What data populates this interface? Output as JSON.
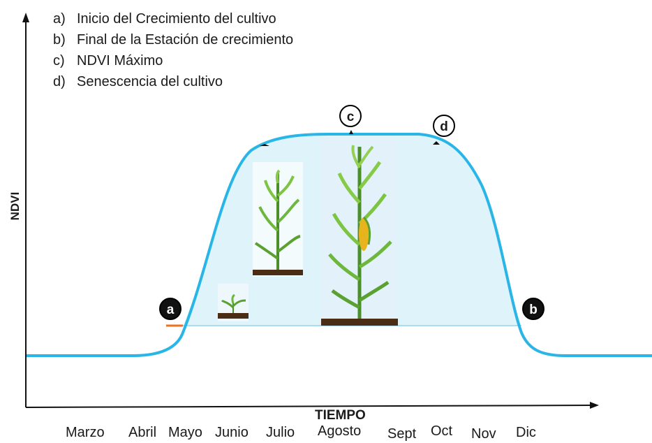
{
  "legend": {
    "items": [
      {
        "letter": "a)",
        "text": "Inicio del Crecimiento del cultivo"
      },
      {
        "letter": "b)",
        "text": "Final de la Estación de crecimiento"
      },
      {
        "letter": "c)",
        "text": "NDVI Máximo"
      },
      {
        "letter": "d)",
        "text": "Senescencia del cultivo"
      }
    ]
  },
  "axes": {
    "y_label": "NDVI",
    "x_label": "TIEMPO"
  },
  "months": [
    "Marzo",
    "Abril",
    "Mayo",
    "Junio",
    "Julio",
    "Agosto",
    "Sept",
    "Oct",
    "Nov",
    "Dic"
  ],
  "markers": {
    "a": "a",
    "b": "b",
    "c": "c",
    "d": "d"
  },
  "colors": {
    "curve": "#29b6e6",
    "fill": "#dff3fb",
    "axis": "#111111",
    "marker_start": "#f07020",
    "stalk": "#4b8f2a",
    "soil": "#4a2d14"
  },
  "icons": [
    "corn-seedling-icon",
    "corn-young-icon",
    "corn-mature-icon"
  ]
}
